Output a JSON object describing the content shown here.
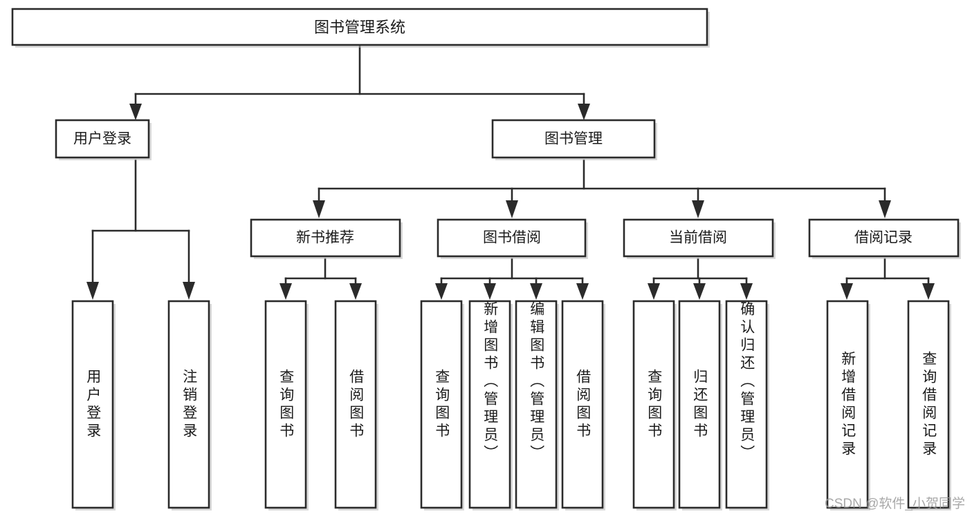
{
  "diagram": {
    "type": "tree-hierarchy",
    "title": "图书管理系统",
    "orientation": "top-down",
    "colors": {
      "box_fill": "#ffffff",
      "box_stroke": "#2b2b2b",
      "connector": "#2b2b2b",
      "text": "#1b1b1b",
      "watermark": "#9a9a9a"
    },
    "root": {
      "label": "图书管理系统"
    },
    "level2": [
      {
        "label": "用户登录"
      },
      {
        "label": "图书管理"
      }
    ],
    "level3": [
      {
        "label": "新书推荐"
      },
      {
        "label": "图书借阅"
      },
      {
        "label": "当前借阅"
      },
      {
        "label": "借阅记录"
      }
    ],
    "leaves": {
      "user_login": [
        {
          "label": "用户登录"
        },
        {
          "label": "注销登录"
        }
      ],
      "new_book_recommend": [
        {
          "label": "查询图书"
        },
        {
          "label": "借阅图书"
        }
      ],
      "book_borrow": [
        {
          "label": "查询图书"
        },
        {
          "label": "新增图书（管理员）"
        },
        {
          "label": "编辑图书（管理员）"
        },
        {
          "label": "借阅图书"
        }
      ],
      "current_borrow": [
        {
          "label": "查询图书"
        },
        {
          "label": "归还图书"
        },
        {
          "label": "确认归还（管理员）"
        }
      ],
      "borrow_record": [
        {
          "label": "新增借阅记录"
        },
        {
          "label": "查询借阅记录"
        }
      ]
    }
  },
  "watermark": {
    "text": "CSDN @软件_小贺同学"
  }
}
